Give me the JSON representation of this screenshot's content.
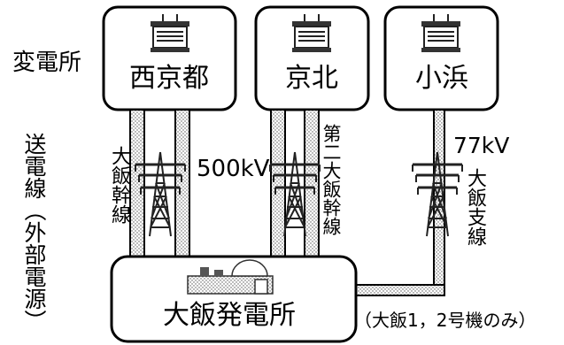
{
  "substation_label": "変電所",
  "substations": [
    {
      "name": "西京都"
    },
    {
      "name": "京北"
    },
    {
      "name": "小浜"
    }
  ],
  "plant": {
    "name": "大飯発電所"
  },
  "lines_group_label": "送電線（外部電源）",
  "lines": [
    {
      "name": "大飯幹線"
    },
    {
      "name": "第二大飯幹線"
    },
    {
      "name": "大飯支線"
    }
  ],
  "voltages": {
    "main": "500kV",
    "branch": "77kV"
  },
  "note": "（大飯1，2号機のみ）",
  "icons": {
    "transformer": "transformer-icon",
    "pylon": "transmission-tower-icon",
    "plant": "power-plant-icon"
  }
}
